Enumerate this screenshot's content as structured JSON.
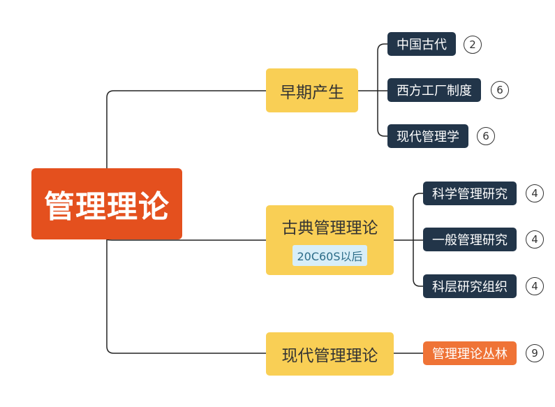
{
  "root": {
    "label": "管理理论"
  },
  "branches": [
    {
      "label": "早期产生",
      "children": [
        {
          "label": "中国古代",
          "count": "2"
        },
        {
          "label": "西方工厂制度",
          "count": "6"
        },
        {
          "label": "现代管理学",
          "count": "6"
        }
      ]
    },
    {
      "label": "古典管理理论",
      "note": "20C60S以后",
      "children": [
        {
          "label": "科学管理研究",
          "count": "4"
        },
        {
          "label": "一般管理研究",
          "count": "4"
        },
        {
          "label": "科层研究组织",
          "count": "4"
        }
      ]
    },
    {
      "label": "现代管理理论",
      "children": [
        {
          "label": "管理理论丛林",
          "count": "9"
        }
      ]
    }
  ],
  "colors": {
    "root": "#e4501e",
    "main_topic": "#f9cf55",
    "sub_topic": "#223549",
    "sub_topic_highlight": "#ef7336",
    "note_bg": "#d8eef8",
    "line": "#222222"
  }
}
